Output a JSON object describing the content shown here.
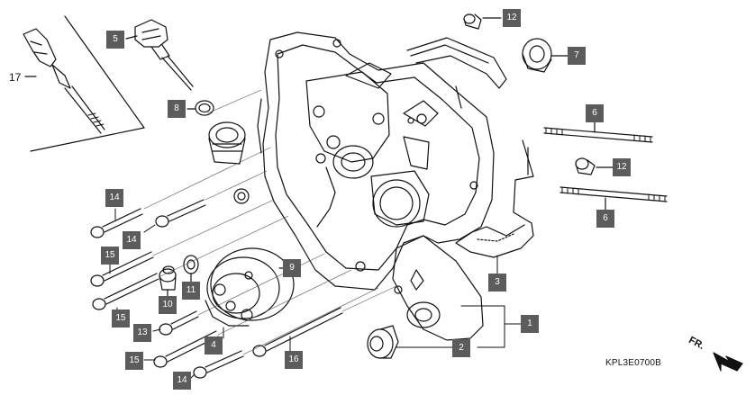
{
  "callouts": {
    "c1": "1",
    "c2": "2",
    "c3": "3",
    "c4": "4",
    "c5": "5",
    "c6a": "6",
    "c6b": "6",
    "c7": "7",
    "c8": "8",
    "c9": "9",
    "c10": "10",
    "c11": "11",
    "c12a": "12",
    "c12b": "12",
    "c13": "13",
    "c14a": "14",
    "c14b": "14",
    "c14c": "14",
    "c15a": "15",
    "c15b": "15",
    "c15c": "15",
    "c16": "16"
  },
  "label_17": "17",
  "diagram_code": "KPL3E0700B",
  "direction_label": "FR."
}
